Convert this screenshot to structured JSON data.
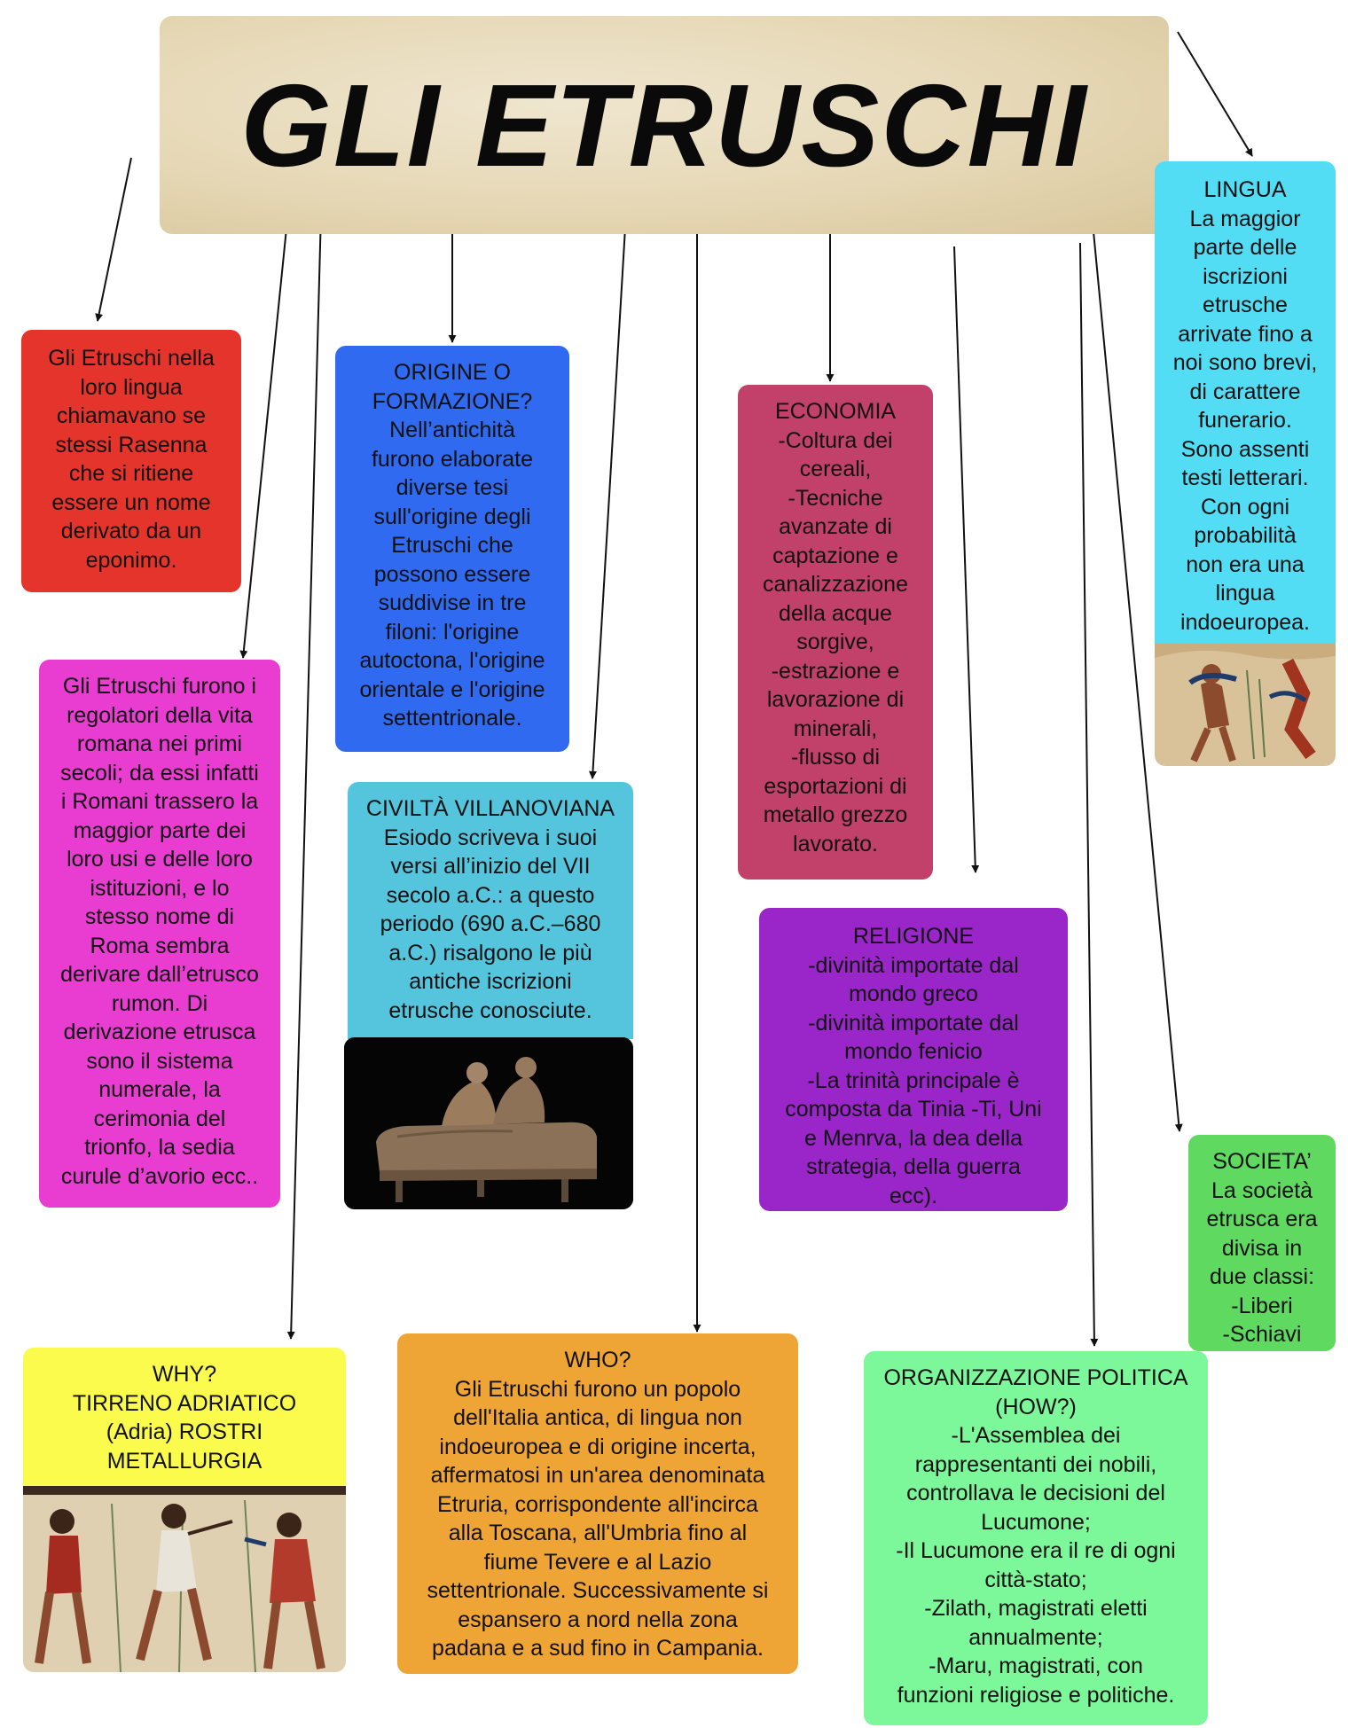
{
  "title": "GLI ETRUSCHI",
  "colors": {
    "rasenna": "#e5342b",
    "regolatori": "#e93cd0",
    "origine": "#2f6af0",
    "villanoviana": "#55c5dd",
    "economia": "#c2416b",
    "religione": "#9a25c8",
    "lingua": "#52ddf5",
    "societa": "#5fd95f",
    "why": "#fbfb4e",
    "who": "#efa535",
    "organizzazione": "#7cf79a"
  },
  "boxes": {
    "rasenna": "Gli Etruschi nella\nloro lingua\nchiamavano se\nstessi Rasenna\nche si ritiene\nessere un nome\nderivato da un\neponimo.",
    "regolatori": "Gli Etruschi furono i\nregolatori della vita\nromana nei primi\nsecoli; da essi infatti\ni Romani trassero la\nmaggior parte dei\nloro usi e delle loro\nistituzioni, e lo\nstesso nome di\nRoma sembra\nderivare dall’etrusco\nrumon. Di\nderivazione etrusca\nsono il sistema\nnumerale, la\ncerimonia del\ntrionfo, la sedia\ncurule d’avorio ecc..",
    "origine": "ORIGINE O\nFORMAZIONE?\nNell’antichità\nfurono elaborate\ndiverse tesi\nsull'origine degli\nEtruschi che\npossono essere\nsuddivise in tre\nfiloni: l'origine\nautoctona, l'origine\norientale e l'origine\nsettentrionale.",
    "villanoviana": "CIVILTÀ VILLANOVIANA\nEsiodo scriveva i suoi\nversi all’inizio del VII\nsecolo a.C.: a questo\nperiodo (690 a.C.–680\na.C.) risalgono le più\nantiche iscrizioni\netrusche conosciute.",
    "economia": "ECONOMIA\n-Coltura dei\ncereali,\n-Tecniche\navanzate di\ncaptazione e\ncanalizzazione\ndella acque\nsorgive,\n-estrazione e\nlavorazione di\nminerali,\n-flusso di\nesportazioni di\nmetallo grezzo\nlavorato.",
    "religione": "RELIGIONE\n-divinità importate dal\nmondo greco\n-divinità importate dal\nmondo fenicio\n-La trinità principale è\ncomposta da Tinia -Ti, Uni\ne Menrva, la dea della\nstrategia, della guerra\necc).",
    "lingua": "LINGUA\nLa maggior\nparte delle\niscrizioni\netrusche\narrivate fino a\nnoi sono brevi,\ndi carattere\nfunerario.\nSono assenti\ntesti letterari.\nCon ogni\nprobabilità\nnon era una\nlingua\nindoeuropea.",
    "societa": "SOCIETA’\nLa società\netrusca era\ndivisa in\ndue classi:\n-Liberi\n-Schiavi",
    "why": "WHY?\nTIRRENO ADRIATICO\n(Adria) ROSTRI\nMETALLURGIA",
    "who": "WHO?\nGli Etruschi furono un popolo\ndell'Italia antica, di lingua non\nindoeuropea e di origine incerta,\naffermatosi in un'area denominata\nEtruria, corrispondente all'incirca\nalla Toscana, all'Umbria fino al\nfiume Tevere e al Lazio\nsettentrionale. Successivamente si\nespansero a nord nella zona\npadana e a sud fino in Campania.",
    "organizzazione": "ORGANIZZAZIONE POLITICA\n(HOW?)\n-L'Assemblea dei\nrappresentanti dei nobili,\ncontrollava le decisioni del\nLucumone;\n-Il Lucumone era il re di ogni\ncittà-stato;\n-Zilath, magistrati eletti\nannualmente;\n-Maru, magistrati, con\nfunzioni religiose e politiche."
  },
  "images": {
    "dancer_fresco": "etruscan-dancer-fresco-image",
    "sarcophagus": "sarcophagus-of-the-spouses-image",
    "musicians_fresco": "etruscan-musicians-fresco-image"
  }
}
